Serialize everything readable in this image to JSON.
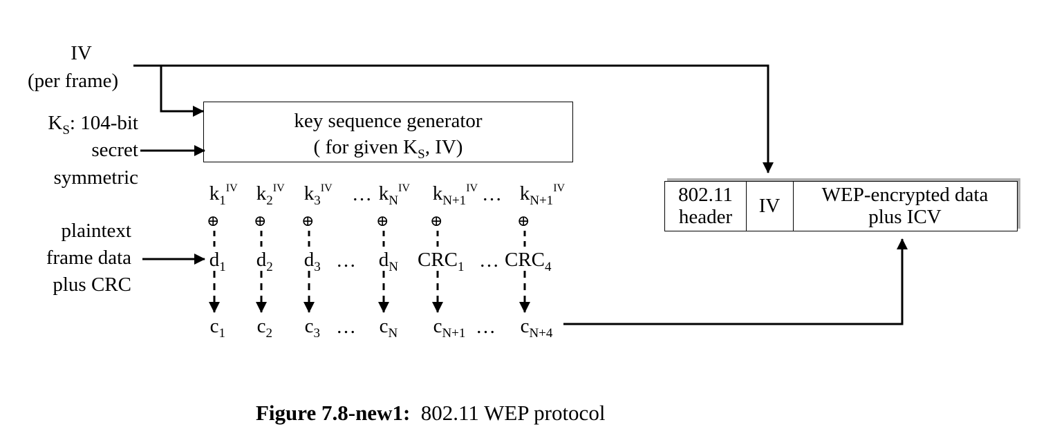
{
  "iv_input": {
    "line1": "IV",
    "line2": "(per frame)"
  },
  "key_input": {
    "name": "K",
    "name_sub": "S",
    "line1_rest": ": 104-bit",
    "line2": "secret",
    "line3": "symmetric"
  },
  "plaintext_input": {
    "line1": "plaintext",
    "line2": "frame data",
    "line3": "plus CRC"
  },
  "generator": {
    "line1": "key sequence generator",
    "line2_pre": "( for given K",
    "line2_sub": "S",
    "line2_post": ", IV)"
  },
  "keystream": [
    {
      "base": "k",
      "sub": "1",
      "sup": "IV"
    },
    {
      "base": "k",
      "sub": "2",
      "sup": "IV"
    },
    {
      "base": "k",
      "sub": "3",
      "sup": "IV"
    },
    {
      "base": "k",
      "sub": "N",
      "sup": "IV"
    },
    {
      "base": "k",
      "sub": "N+1",
      "sup": "IV"
    },
    {
      "base": "k",
      "sub": "N+1",
      "sup": "IV"
    }
  ],
  "plaintext_symbols": [
    {
      "base": "d",
      "sub": "1"
    },
    {
      "base": "d",
      "sub": "2"
    },
    {
      "base": "d",
      "sub": "3"
    },
    {
      "base": "d",
      "sub": "N"
    },
    {
      "base": "CRC",
      "sub": "1"
    },
    {
      "base": "CRC",
      "sub": "4"
    }
  ],
  "ciphertext_symbols": [
    {
      "base": "c",
      "sub": "1"
    },
    {
      "base": "c",
      "sub": "2"
    },
    {
      "base": "c",
      "sub": "3"
    },
    {
      "base": "c",
      "sub": "N"
    },
    {
      "base": "c",
      "sub": "N+1"
    },
    {
      "base": "c",
      "sub": "N+4"
    }
  ],
  "ellipsis": "…",
  "xor_symbol": "⊕",
  "frame": {
    "header": "802.11 header",
    "iv": "IV",
    "payload": "WEP-encrypted data plus ICV"
  },
  "caption": {
    "label": "Figure 7.8-new1:",
    "text": "802.11 WEP protocol"
  }
}
